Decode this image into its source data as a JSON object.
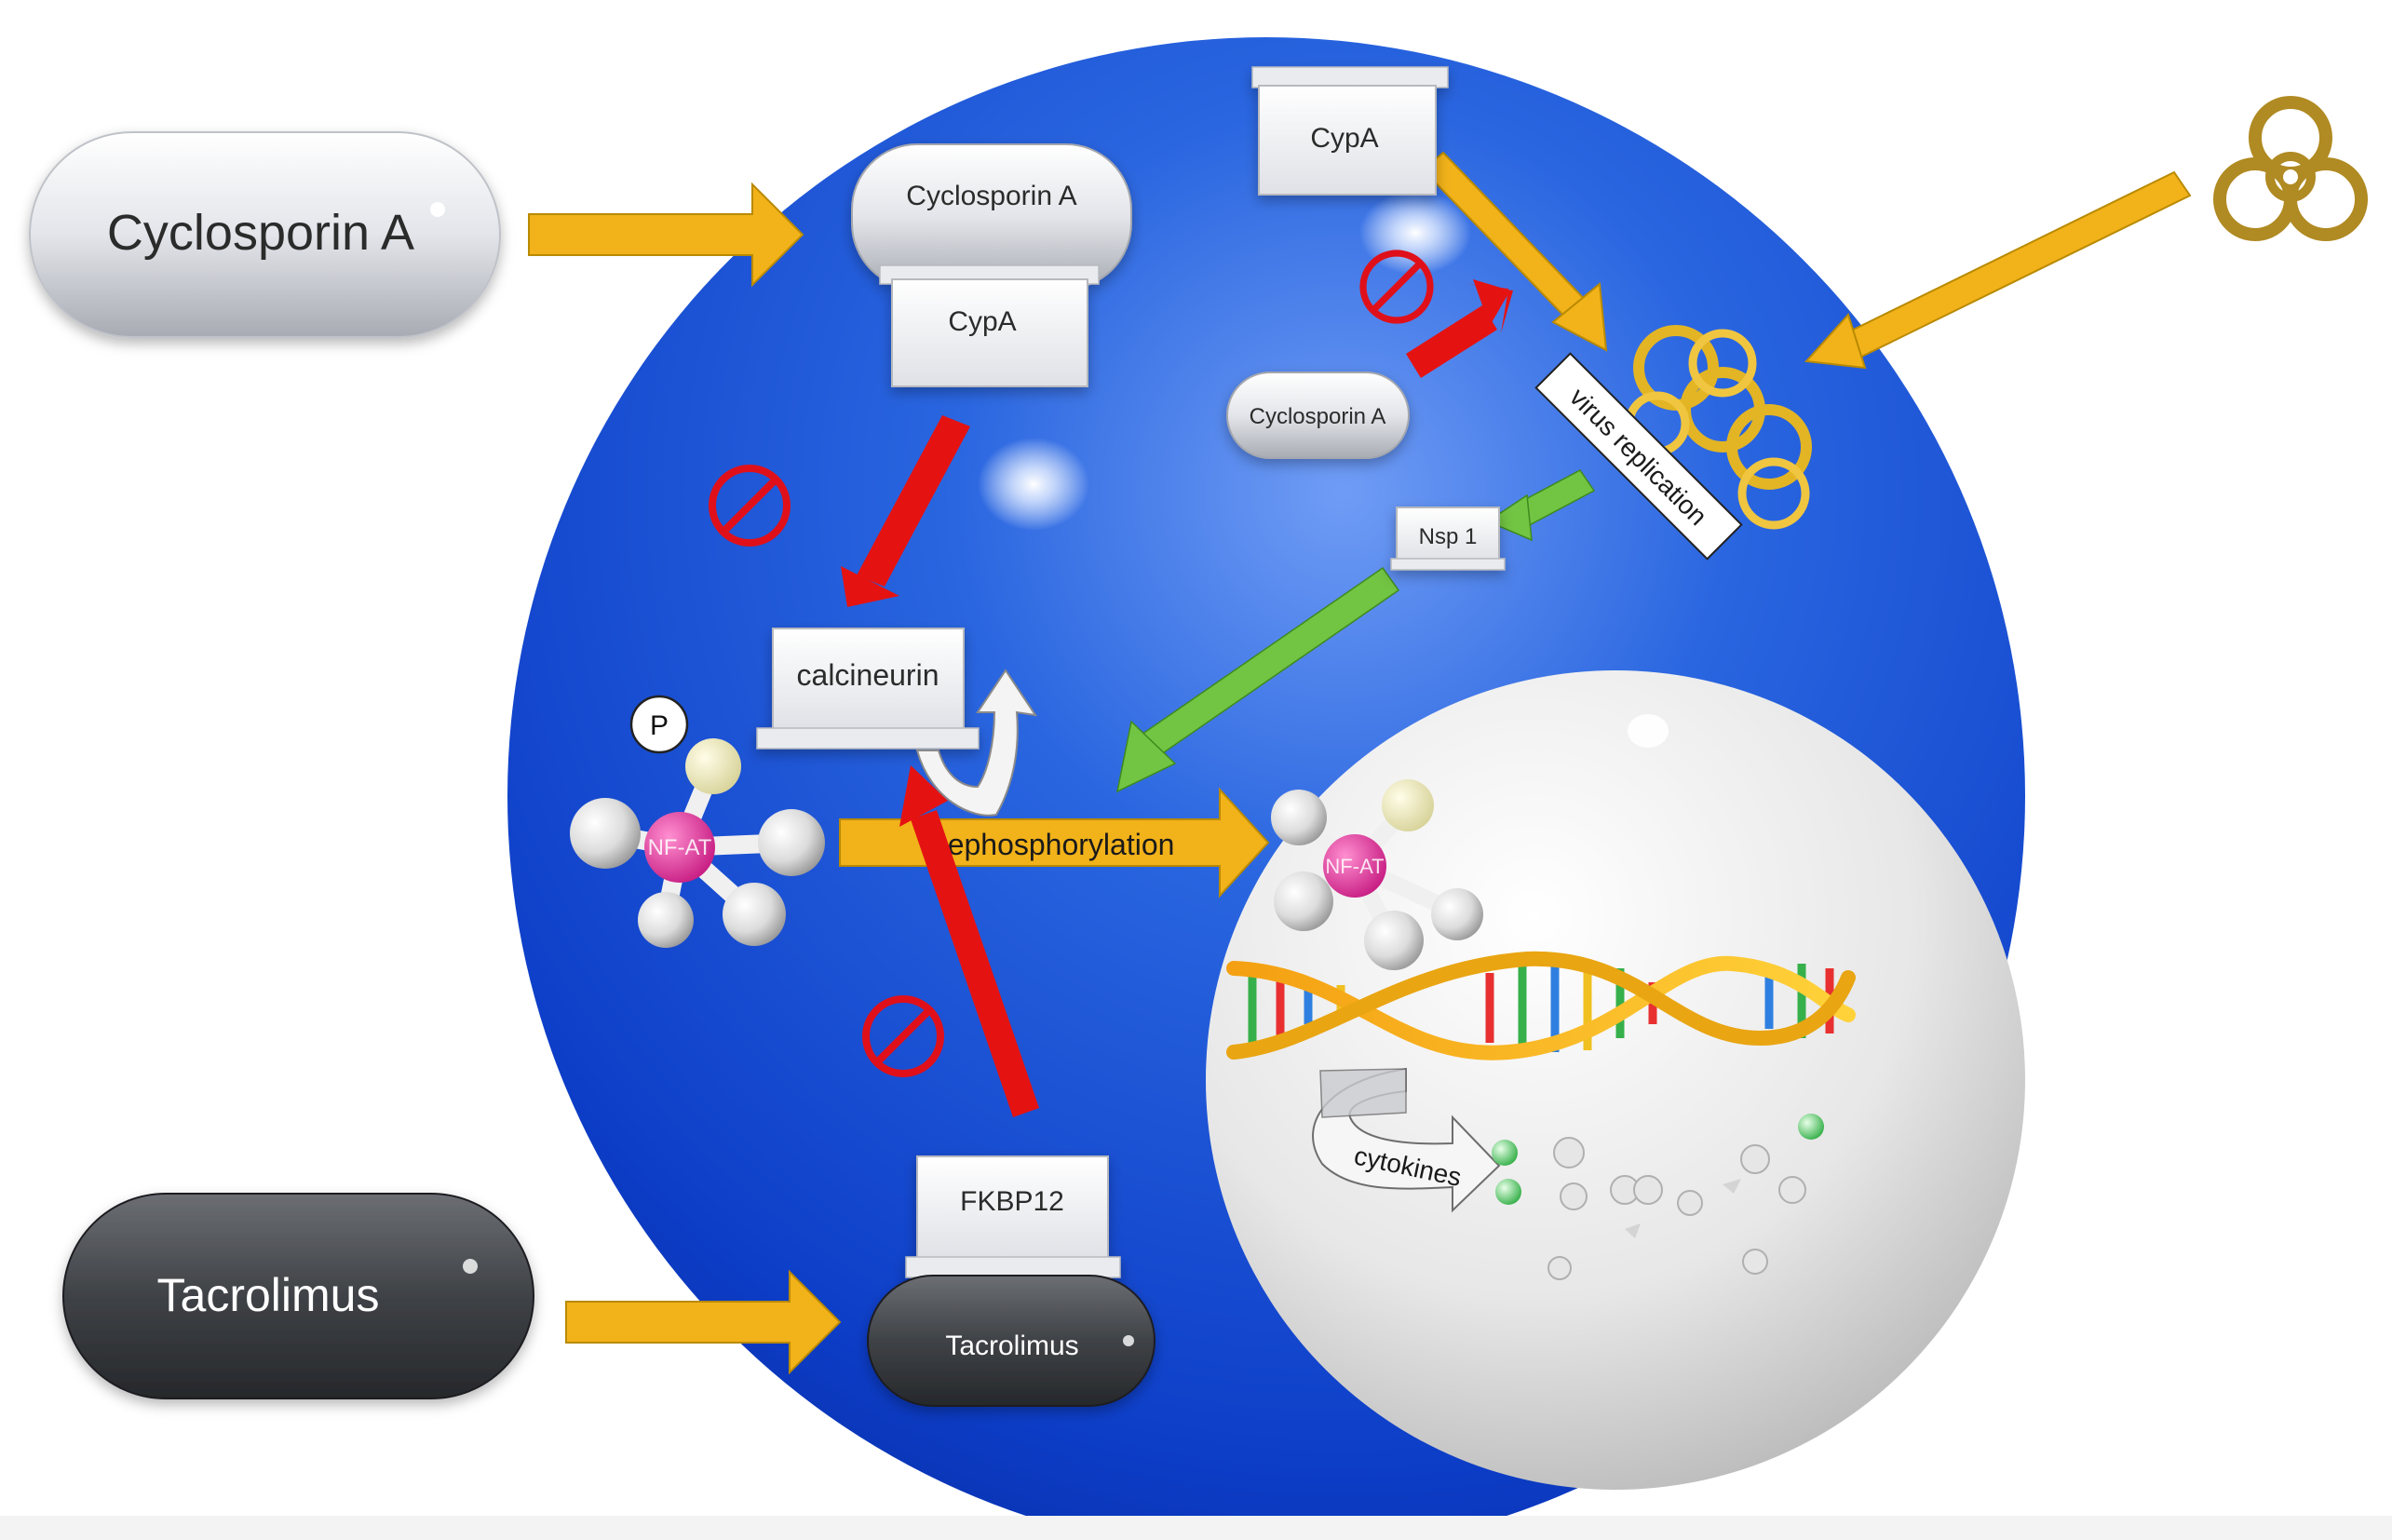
{
  "labels": {
    "pill_cyclosporin_outside": "Cyclosporin A",
    "pill_tacrolimus_outside": "Tacrolimus",
    "pill_cyclosporin_top": "Cyclosporin A",
    "cypa_left": "CypA",
    "cypa_top": "CypA",
    "pill_cyclosporin_small": "Cyclosporin A",
    "virus_replication": "virus replication",
    "nsp1": "Nsp 1",
    "calcineurin": "calcineurin",
    "phosphate": "P",
    "nfat_cytoplasm": "NF-AT",
    "nfat_nucleus": "NF-AT",
    "dephosphorylation": "Dephosphorylation",
    "cytokines": "cytokines",
    "fkbp12": "FKBP12",
    "pill_tacrolimus_inner": "Tacrolimus"
  },
  "icons": {
    "biohazard": "biohazard-icon",
    "inhibition": "prohibition-icon"
  },
  "colors": {
    "cell": "#1a56d6",
    "nucleus": "#dedede",
    "flow_arrow": "#f2b21a",
    "inhibit_arrow": "#e51212",
    "virus_arrow": "#72c443",
    "prohibition": "#e0101a",
    "nfat_core": "#e83fa0",
    "biohazard": "#b08a22"
  }
}
